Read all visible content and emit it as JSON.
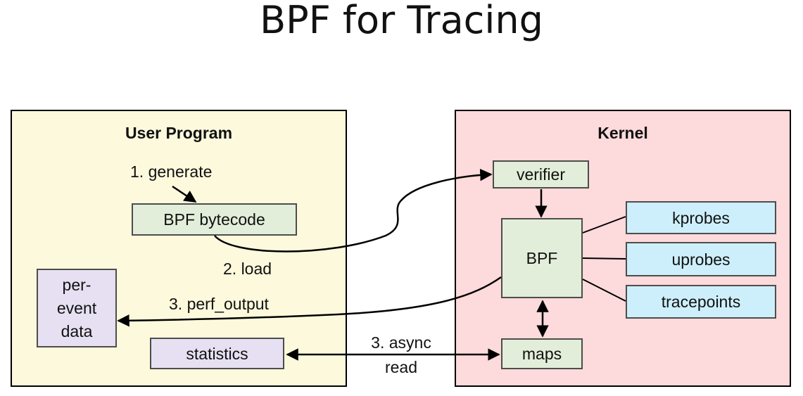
{
  "title": "BPF for Tracing",
  "user_panel": {
    "title": "User Program",
    "generate_label": "1. generate",
    "bytecode_box": "BPF bytecode",
    "load_label": "2. load",
    "per_event_box": "per-\nevent\ndata",
    "perf_output_label": "3. perf_output",
    "statistics_box": "statistics"
  },
  "kernel_panel": {
    "title": "Kernel",
    "verifier_box": "verifier",
    "bpf_box": "BPF",
    "maps_box": "maps",
    "probes": [
      "kprobes",
      "uprobes",
      "tracepoints"
    ]
  },
  "async_read_label": "3. async\nread",
  "colors": {
    "user_bg": "#fcf9dc",
    "kernel_bg": "#fddadb",
    "green_box": "#e2eed9",
    "blue_box": "#cdeffc",
    "lavender_box": "#e6e0f2"
  }
}
